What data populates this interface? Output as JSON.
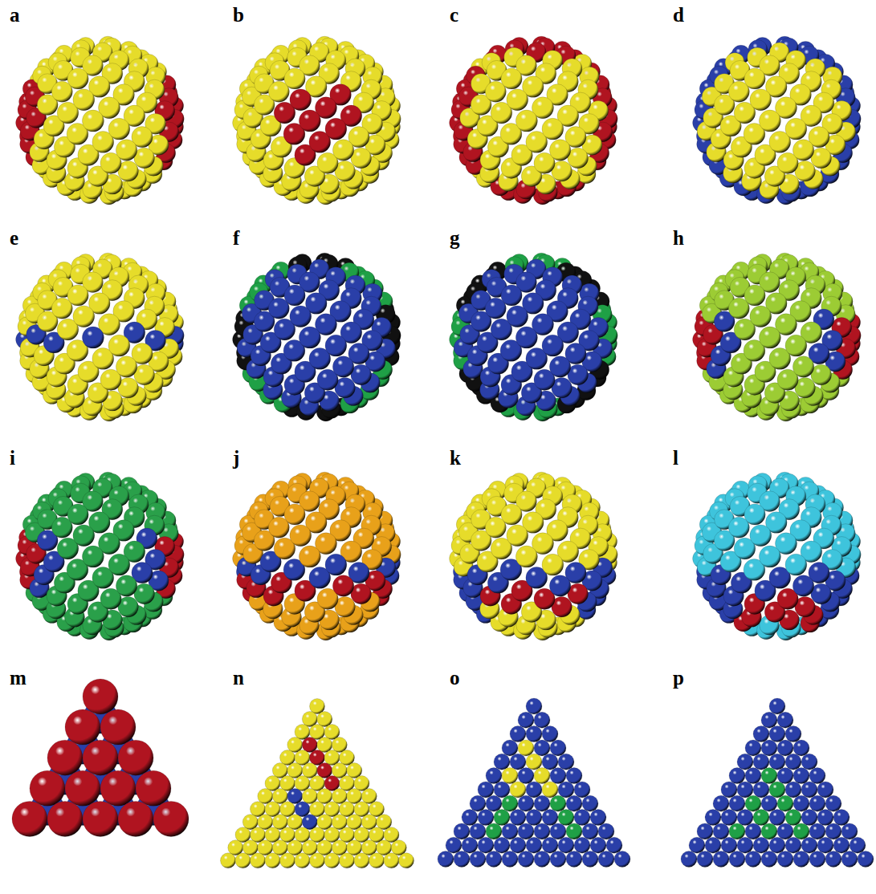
{
  "diagram": {
    "labels": [
      "a",
      "b",
      "c",
      "d",
      "e",
      "f",
      "g",
      "h",
      "i",
      "j",
      "k",
      "l",
      "m",
      "n",
      "o",
      "p"
    ]
  }
}
